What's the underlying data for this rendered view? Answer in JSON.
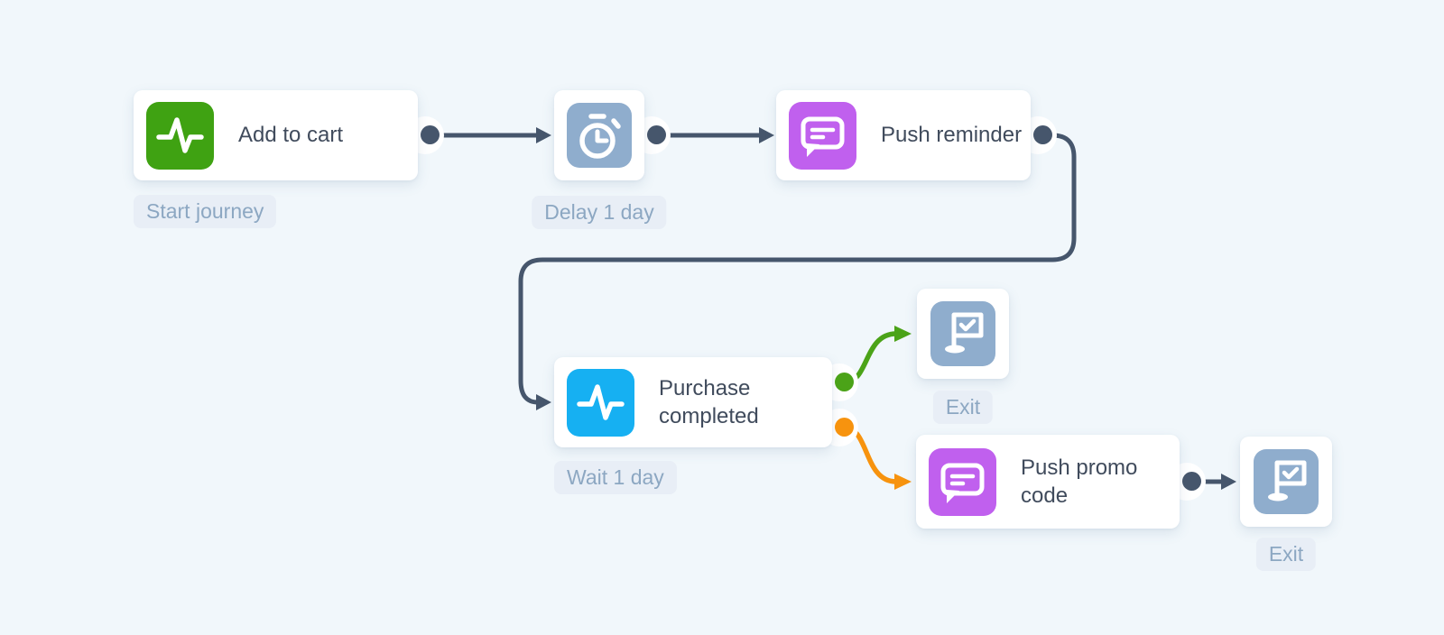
{
  "app": {
    "view": "customer-journey-flow"
  },
  "colors": {
    "canvas_bg": "#f1f7fb",
    "card_bg": "#ffffff",
    "connector": "#46566c",
    "branch_yes": "#4ba318",
    "branch_no": "#f7930e",
    "title_text": "#404b5c",
    "badge_bg": "#e8eef6",
    "badge_text": "#8ca7c2",
    "icon_green": "#3fa212",
    "icon_blue": "#16b0f2",
    "icon_purple": "#c060ee",
    "icon_slate": "#8fadcd"
  },
  "nodes": [
    {
      "id": "add-to-cart",
      "title": "Add to cart",
      "icon": "pulse-icon",
      "icon_bg": "#3fa212",
      "badge": "Start journey"
    },
    {
      "id": "delay",
      "title": "",
      "icon": "stopwatch-icon",
      "icon_bg": "#8fadcd",
      "badge": "Delay 1 day"
    },
    {
      "id": "push-reminder",
      "title": "Push reminder",
      "icon": "chat-bubble-icon",
      "icon_bg": "#c060ee",
      "badge": ""
    },
    {
      "id": "purchase-completed",
      "title": "Purchase completed",
      "icon": "pulse-icon",
      "icon_bg": "#16b0f2",
      "badge": "Wait 1 day"
    },
    {
      "id": "exit-top",
      "title": "",
      "icon": "flag-icon",
      "icon_bg": "#8fadcd",
      "badge": "Exit"
    },
    {
      "id": "push-promo-code",
      "title": "Push promo code",
      "icon": "chat-bubble-icon",
      "icon_bg": "#c060ee",
      "badge": ""
    },
    {
      "id": "exit-bottom",
      "title": "",
      "icon": "flag-icon",
      "icon_bg": "#8fadcd",
      "badge": "Exit"
    }
  ],
  "edges": [
    {
      "from": "add-to-cart",
      "to": "delay",
      "color": "#46566c"
    },
    {
      "from": "delay",
      "to": "push-reminder",
      "color": "#46566c"
    },
    {
      "from": "push-reminder",
      "to": "purchase-completed",
      "color": "#46566c"
    },
    {
      "from": "purchase-completed",
      "to": "exit-top",
      "branch": "positive",
      "color": "#4ba318"
    },
    {
      "from": "purchase-completed",
      "to": "push-promo-code",
      "branch": "negative",
      "color": "#f7930e"
    },
    {
      "from": "push-promo-code",
      "to": "exit-bottom",
      "color": "#46566c"
    }
  ]
}
